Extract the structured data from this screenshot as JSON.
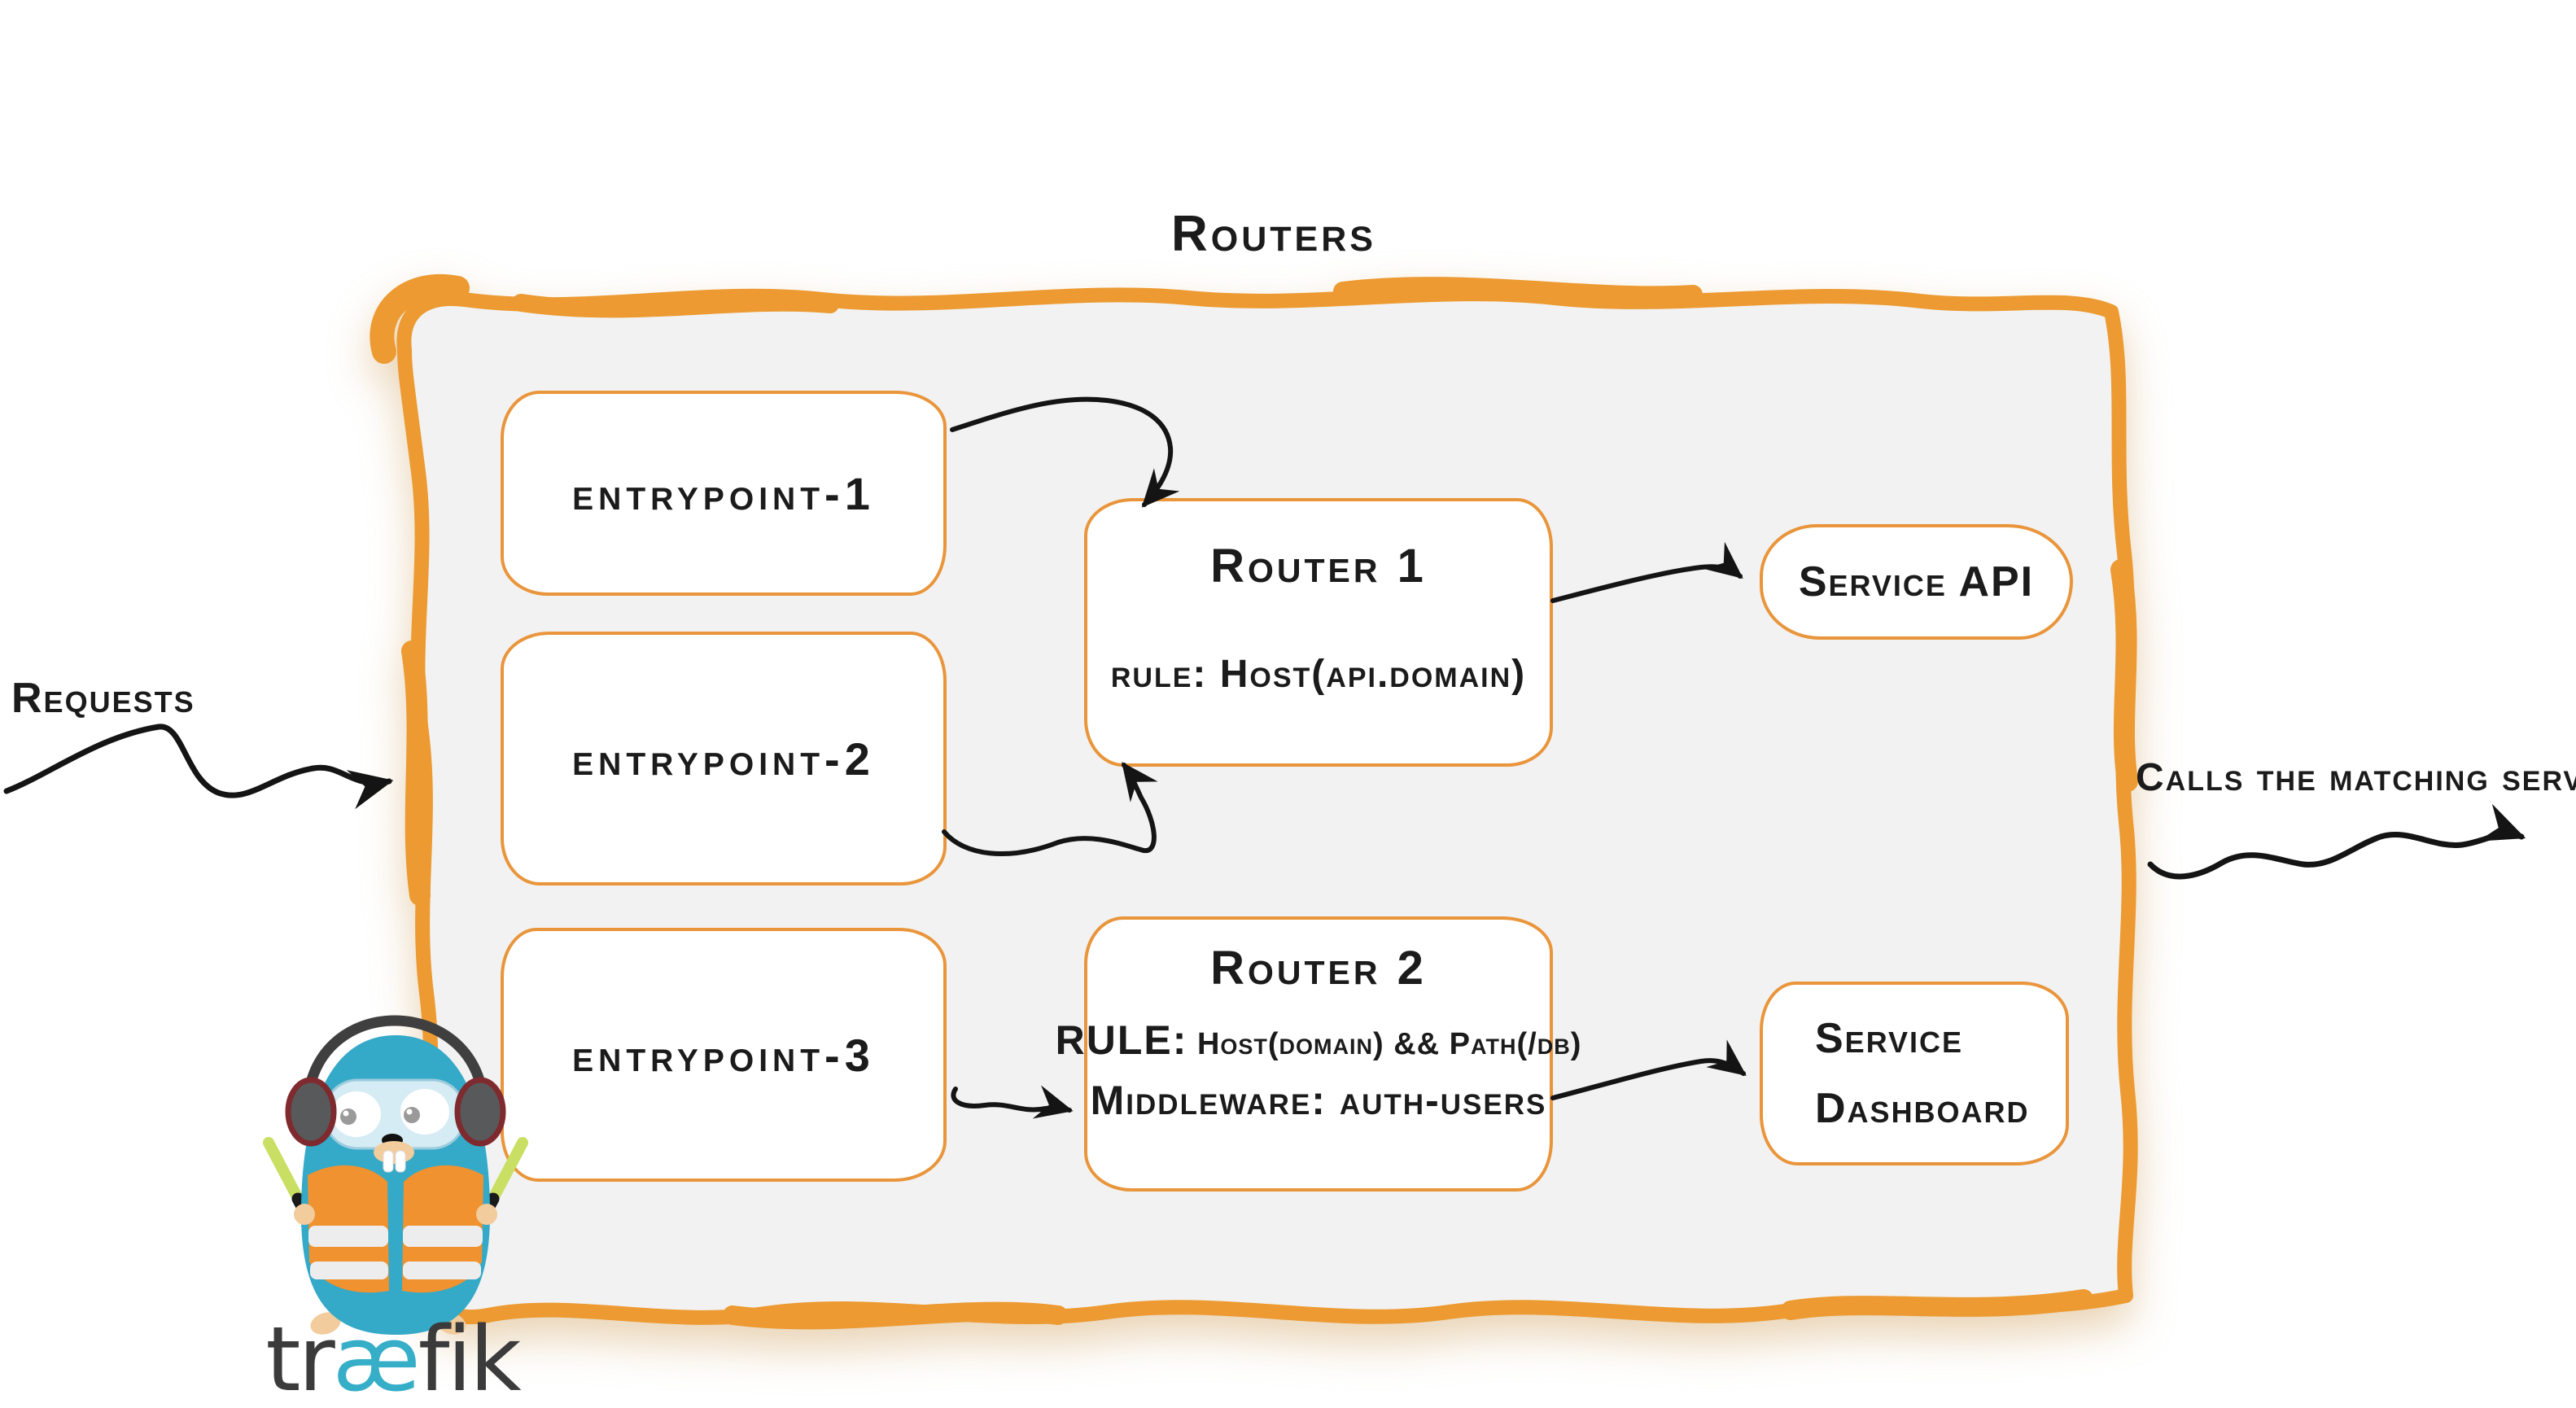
{
  "title": "Routers",
  "left_label": "Requests",
  "right_label": "Calls the matching server",
  "entrypoints": [
    {
      "label": "entrypoint-1"
    },
    {
      "label": "entrypoint-2"
    },
    {
      "label": "entrypoint-3"
    }
  ],
  "routers": [
    {
      "title": "Router 1",
      "rule_key": "rule:",
      "rule_value": "Host(api.domain)"
    },
    {
      "title": "Router 2",
      "rule_key": "RULE:",
      "rule_value": "Host(domain) && Path(/db)",
      "middleware_key": "Middleware:",
      "middleware_value": "auth-users"
    }
  ],
  "services": [
    {
      "lines": [
        "Service API"
      ]
    },
    {
      "lines": [
        "Service",
        "Dashboard"
      ]
    }
  ],
  "logo": {
    "prefix": "tr",
    "ligature": "æ",
    "suffix": "fik"
  },
  "colors": {
    "container_border": "#EC9A31",
    "box_border": "#E9953B",
    "container_fill": "#F2F2F2",
    "ink": "#1B1B1B",
    "brand_blue": "#37AEC8",
    "logo_gray": "#3B3B3B"
  }
}
